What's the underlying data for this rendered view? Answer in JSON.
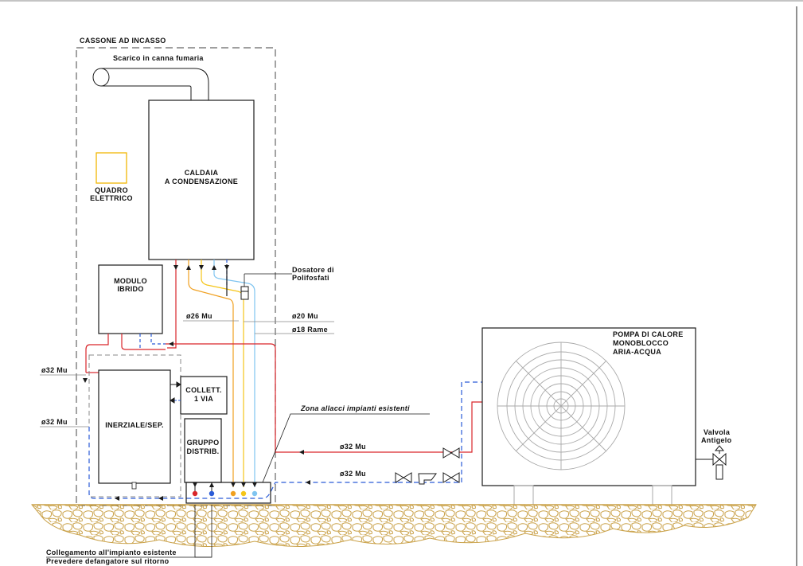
{
  "labels": {
    "cassone": "CASSONE AD INCASSO",
    "scarico": "Scarico in canna fumaria",
    "caldaia_1": "CALDAIA",
    "caldaia_2": "A CONDENSAZIONE",
    "quadro_1": "QUADRO",
    "quadro_2": "ELETTRICO",
    "modulo_1": "MODULO",
    "modulo_2": "IBRIDO",
    "dosatore_1": "Dosatore di",
    "dosatore_2": "Polifosfati",
    "d26": "ø26 Mu",
    "d20": "ø20 Mu",
    "d18": "ø18 Rame",
    "d32_top": "ø32 Mu",
    "d32_bottom": "ø32 Mu",
    "inerziale": "INERZIALE/SEP.",
    "collett_1": "COLLETT.",
    "collett_2": "1 VIA",
    "gruppo_1": "GRUPPO",
    "gruppo_2": "DISTRIB.",
    "zona": "Zona allacci impianti esistenti",
    "pipe_mandata": "ø32 Mu",
    "pipe_ritorno": "ø32 Mu",
    "pompa_1": "POMPA DI CALORE",
    "pompa_2": "MONOBLOCCO",
    "pompa_3": "ARIA-ACQUA",
    "valvola_1": "Valvola",
    "valvola_2": "Antigelo",
    "collegamento_1": "Collegamento all'impianto esistente",
    "collegamento_2": "Prevedere defangatore sul ritorno"
  },
  "colors": {
    "line": "#1a1a1a",
    "mandata": "#d9262b",
    "ritorno": "#2a5bd7",
    "gas": "#f0a020",
    "acs": "#f5c518",
    "afs": "#7fc4f0",
    "quadro": "#f2b705",
    "ground": "#caa24a",
    "dash": "#555555",
    "fan": "#aaaaaa"
  }
}
